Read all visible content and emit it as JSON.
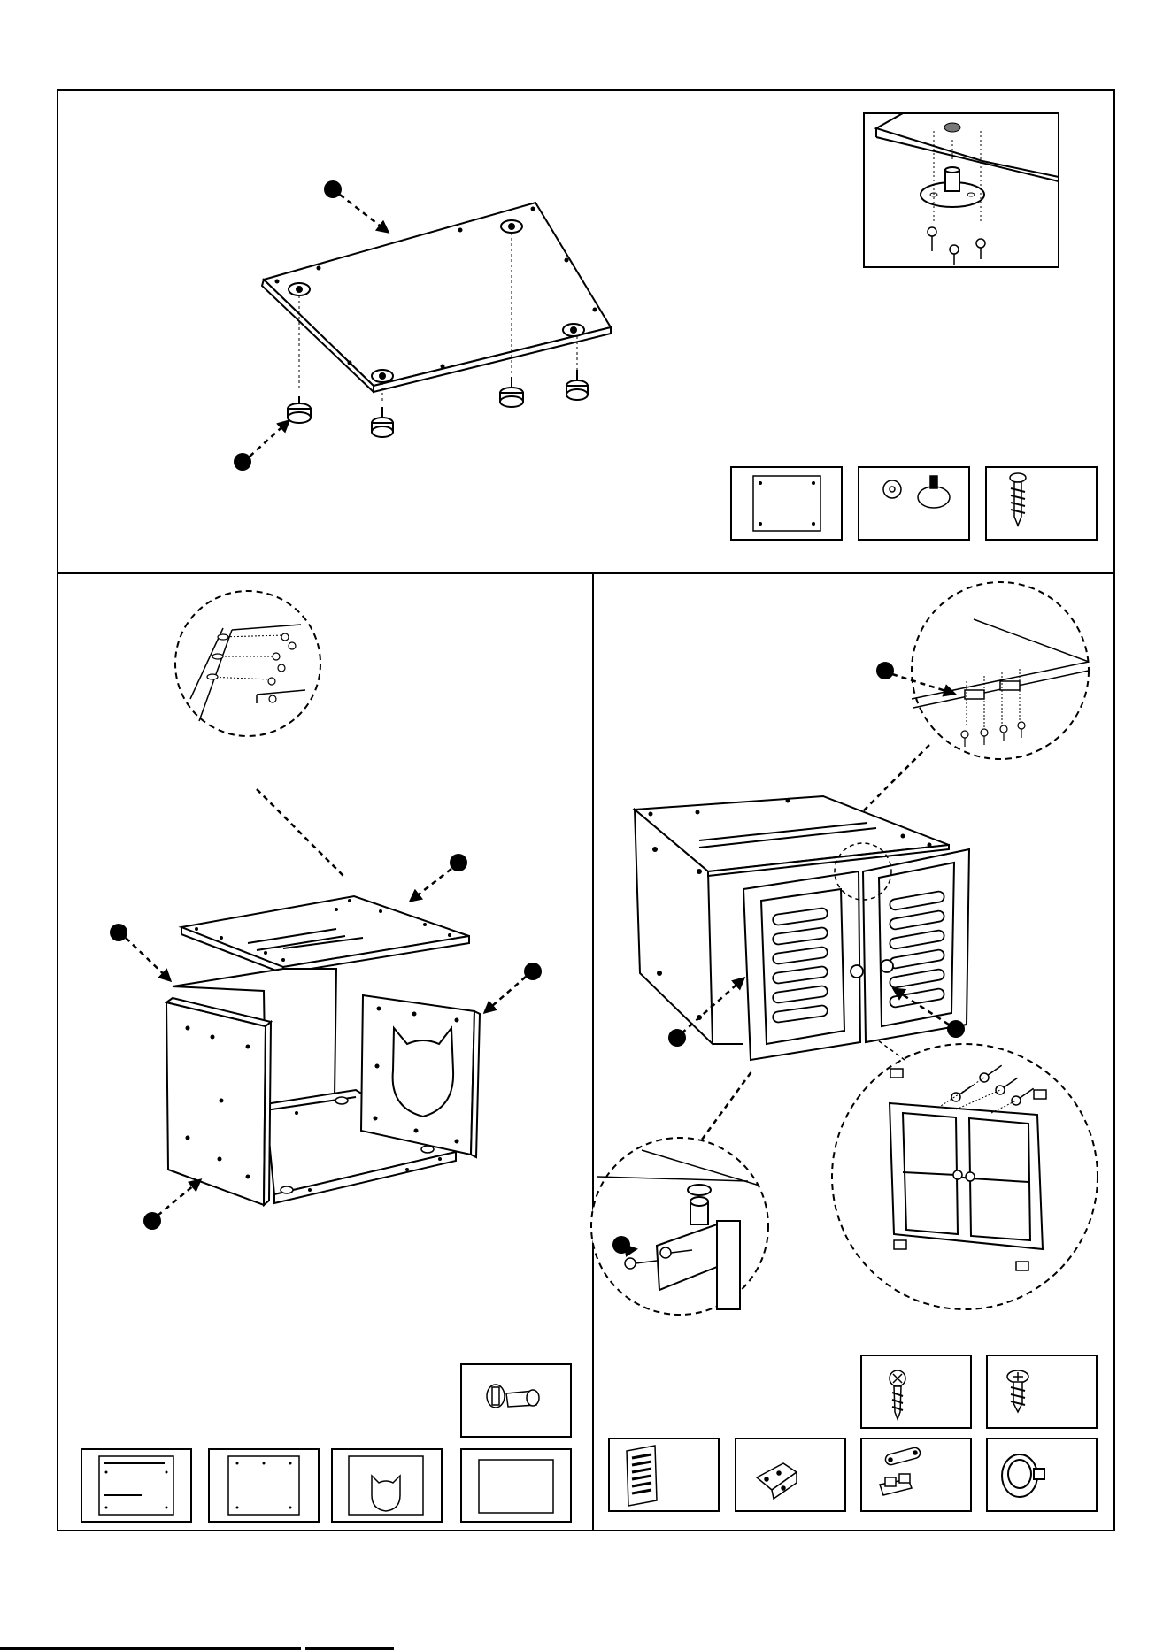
{
  "document": {
    "type": "assembly-instructions",
    "steps": [
      {
        "id": "step-1",
        "parts": [
          "bottom-panel",
          "leveling-foot",
          "screw"
        ]
      },
      {
        "id": "step-2",
        "parts": [
          "cam-bolt",
          "top-panel",
          "back-panel",
          "cat-door-panel",
          "side-panel"
        ]
      },
      {
        "id": "step-3",
        "parts": [
          "screw-long",
          "screw-short",
          "louvered-door",
          "hinge-bracket",
          "door-latch",
          "knob"
        ]
      }
    ]
  },
  "colors": {
    "ink": "#000000",
    "paper": "#ffffff",
    "gray": "#9a9a9a"
  },
  "icons": [
    "dashed-arrow-icon",
    "callout-dot-icon",
    "magnifier-circle-icon"
  ]
}
